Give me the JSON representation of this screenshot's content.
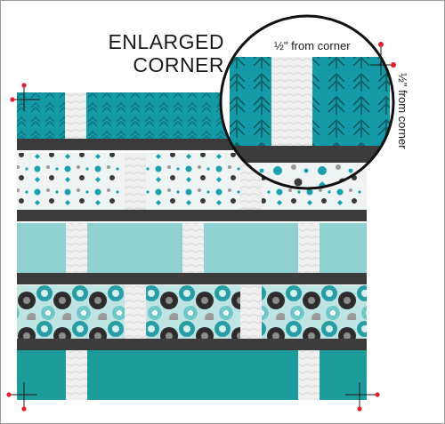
{
  "header": {
    "line1": "ENLARGED",
    "line2": "CORNER"
  },
  "callouts": {
    "top": "½\" from corner",
    "side": "½\" from corner"
  },
  "colors": {
    "teal_dark": "#149aa6",
    "teal_medium": "#36b4bb",
    "teal_light": "#8fd0d0",
    "teal_deep": "#1d9c9c",
    "sashing": "#3b3b3b",
    "white_fabric": "#ededed",
    "marker": "#e0202e"
  },
  "quilt": {
    "rows": [
      {
        "name": "row-arrows",
        "fabric": "arrow-print"
      },
      {
        "name": "row-cats",
        "fabric": "cat-print"
      },
      {
        "name": "row-solid-light",
        "fabric": "solid-light"
      },
      {
        "name": "row-floral",
        "fabric": "floral-print"
      },
      {
        "name": "row-solid-teal",
        "fabric": "solid-teal"
      }
    ],
    "corner_marks": [
      "top-left",
      "bottom-left",
      "bottom-right"
    ]
  }
}
